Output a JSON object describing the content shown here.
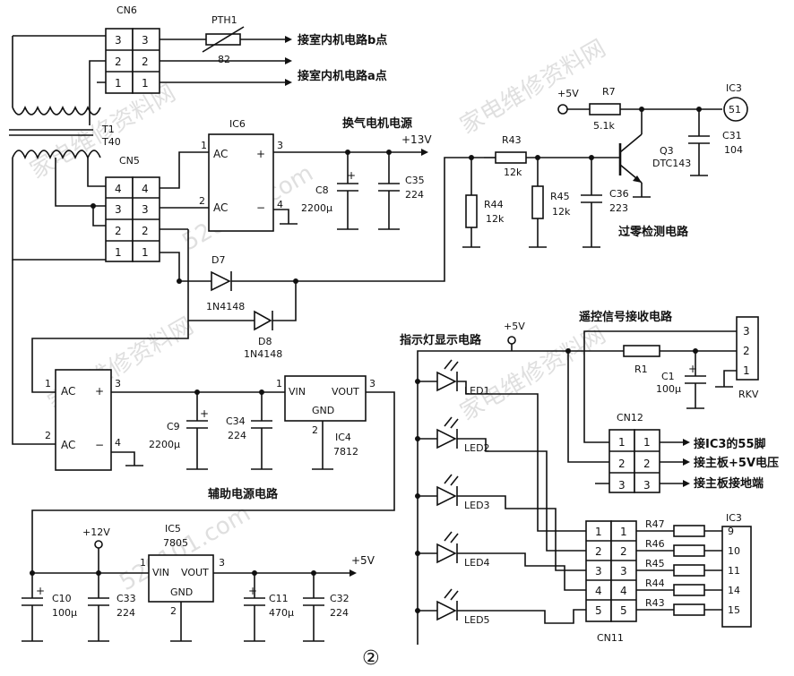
{
  "labels": {
    "cn6": "CN6",
    "pth1": "PTH1",
    "pth1_val": "82",
    "to_b": "接室内机电路b点",
    "to_a": "接室内机电路a点",
    "t1": "T1",
    "t40": "T40",
    "cn5": "CN5",
    "ic6": "IC6",
    "fan_power": "换气电机电源",
    "p13v": "+13V",
    "c8": "C8",
    "c8_val": "2200μ",
    "c35": "C35",
    "c35_val": "224",
    "d7": "D7",
    "d7_val": "1N4148",
    "d8": "D8",
    "d8_val": "1N4148",
    "p5v_a": "+5V",
    "r7": "R7",
    "r7_val": "5.1k",
    "ic3_top": "IC3",
    "ic3_pin": "51",
    "c31": "C31",
    "c31_val": "104",
    "r43_top": "R43",
    "r43_top_val": "12k",
    "q3": "Q3",
    "q3_val": "DTC143",
    "r44_left": "R44",
    "r44_left_val": "12k",
    "r45_left": "R45",
    "r45_left_val": "12k",
    "c36": "C36",
    "c36_val": "223",
    "zero_cross": "过零检测电路",
    "ac": "AC",
    "plus": "+",
    "minus": "−",
    "c9": "C9",
    "c9_val": "2200μ",
    "c34": "C34",
    "c34_val": "224",
    "ic4": "IC4",
    "ic4_val": "7812",
    "vin": "VIN",
    "vout": "VOUT",
    "gnd": "GND",
    "aux_power": "辅助电源电路",
    "p12v": "+12V",
    "ic5": "IC5",
    "ic5_val": "7805",
    "p5v_b": "+5V",
    "c10": "C10",
    "c10_val": "100μ",
    "c33": "C33",
    "c33_val": "224",
    "c11": "C11",
    "c11_val": "470μ",
    "c32": "C32",
    "c32_val": "224",
    "indicator": "指示灯显示电路",
    "p5v_c": "+5V",
    "remote": "遥控信号接收电路",
    "r1": "R1",
    "c1": "C1",
    "c1_val": "100μ",
    "rkv": "RKV",
    "cn12": "CN12",
    "to_ic3_55": "接IC3的55脚",
    "to_5v": "接主板+5V电压",
    "to_gnd": "接主板接地端",
    "leds": [
      "LED1",
      "LED2",
      "LED3",
      "LED4",
      "LED5"
    ],
    "cn11": "CN11",
    "ic3_right": "IC3",
    "resistors": [
      "R47",
      "R46",
      "R45",
      "R44",
      "R43"
    ],
    "ic3_pins": [
      "9",
      "10",
      "11",
      "14",
      "15"
    ],
    "fig": "②",
    "watermark1": "家电维修资料网",
    "watermark2": "520101.com"
  }
}
